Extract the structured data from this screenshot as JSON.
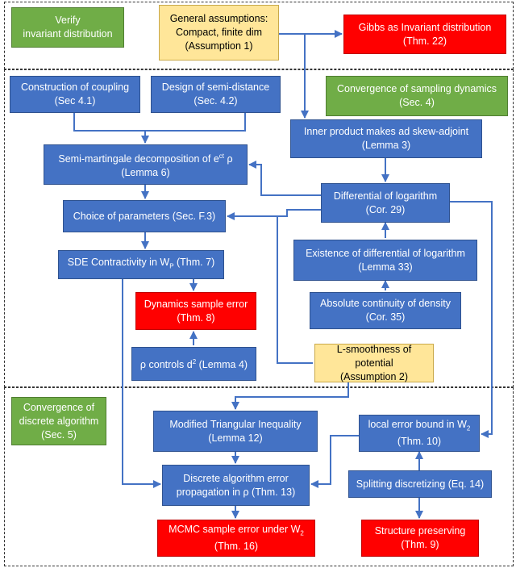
{
  "sections": [
    {
      "id": "top"
    },
    {
      "id": "middle"
    },
    {
      "id": "bottom"
    }
  ],
  "boxes": {
    "verify": {
      "line1": "Verify",
      "line2": "invariant distribution"
    },
    "general": {
      "line1": "General assumptions:",
      "line2": "Compact, finite dim",
      "line3": "(Assumption 1)"
    },
    "gibbs": {
      "line1": "Gibbs as Invariant distribution",
      "line2": "(Thm. 22)"
    },
    "coupling": {
      "line1": "Construction of coupling",
      "line2": "(Sec 4.1)"
    },
    "semidistance": {
      "line1": "Design of semi-distance",
      "line2": "(Sec. 4.2)"
    },
    "convergence_sampling": {
      "line1": "Convergence of  sampling dynamics",
      "line2": "(Sec. 4)"
    },
    "inner_product": {
      "line1": "Inner product makes ad skew-adjoint",
      "line2": "(Lemma 3)"
    },
    "semimartingale": {
      "line1_pre": "Semi-martingale decomposition of  e",
      "line1_sup": "ct",
      "line1_post": " ρ",
      "line2": "(Lemma 6)"
    },
    "differential": {
      "line1": "Differential of logarithm",
      "line2": "(Cor. 29)"
    },
    "choice": {
      "line1": "Choice of parameters (Sec. F.3)"
    },
    "existence": {
      "line1": "Existence of differential of logarithm",
      "line2": "(Lemma 33)"
    },
    "sde": {
      "line1_pre": "SDE Contractivity in W",
      "line1_sub": "P",
      "line1_post": " (Thm. 7)"
    },
    "absolute": {
      "line1": "Absolute continuity of density",
      "line2": "(Cor. 35)"
    },
    "dynamics": {
      "line1": "Dynamics sample error",
      "line2": "(Thm. 8)"
    },
    "rho": {
      "line1_pre": "ρ controls d",
      "line1_sup": "2",
      "line1_post": " (Lemma 4)"
    },
    "lsmooth": {
      "line1": "L-smoothness of potential",
      "line2": "(Assumption 2)"
    },
    "convergence_discrete": {
      "line1": "Convergence of",
      "line2": "discrete algorithm",
      "line3": "(Sec. 5)"
    },
    "modified": {
      "line1": "Modified Triangular Inequality",
      "line2": "(Lemma 12)"
    },
    "local": {
      "line1_pre": "local error bound in W",
      "line1_sub": "2",
      "line2": "(Thm. 10)"
    },
    "discrete_err": {
      "line1": "Discrete algorithm error",
      "line2": "propagation in ρ (Thm. 13)"
    },
    "splitting": {
      "line1": "Splitting discretizing (Eq. 14)"
    },
    "mcmc": {
      "line1_pre": "MCMC sample error under W",
      "line1_sub": "2",
      "line2": "(Thm. 16)"
    },
    "structure": {
      "line1": "Structure preserving",
      "line2": "(Thm. 9)"
    }
  },
  "colors": {
    "blue": "#4472c4",
    "red": "#ff0000",
    "green": "#70ad47",
    "yellow": "#ffe699"
  }
}
